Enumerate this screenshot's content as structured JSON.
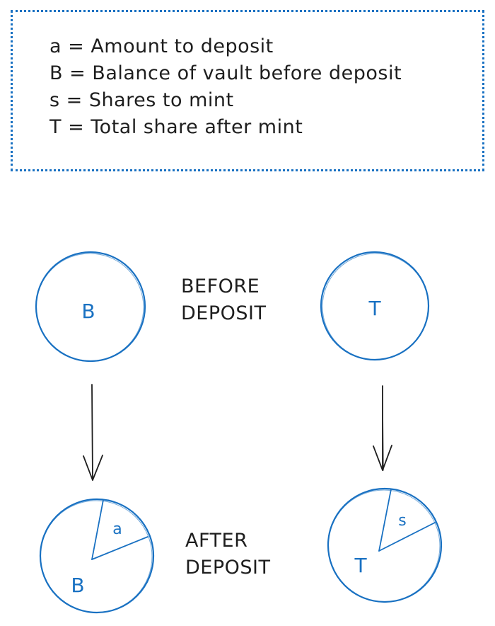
{
  "legend": {
    "lines": [
      "a = Amount to deposit",
      "B = Balance of vault before deposit",
      "s = Shares to mint",
      "T = Total share after mint"
    ]
  },
  "captions": {
    "before": [
      "BEFORE",
      "DEPOSIT"
    ],
    "after": [
      "AFTER",
      "DEPOSIT"
    ]
  },
  "circles": {
    "before_left": "B",
    "before_right": "T",
    "after_left_main": "B",
    "after_left_wedge": "a",
    "after_right_main": "T",
    "after_right_wedge": "s"
  },
  "colors": {
    "shape_stroke": "#1971c2",
    "label_text": "#1971c2",
    "arrow": "#1e1e1e",
    "legend_border": "#1971c2"
  }
}
